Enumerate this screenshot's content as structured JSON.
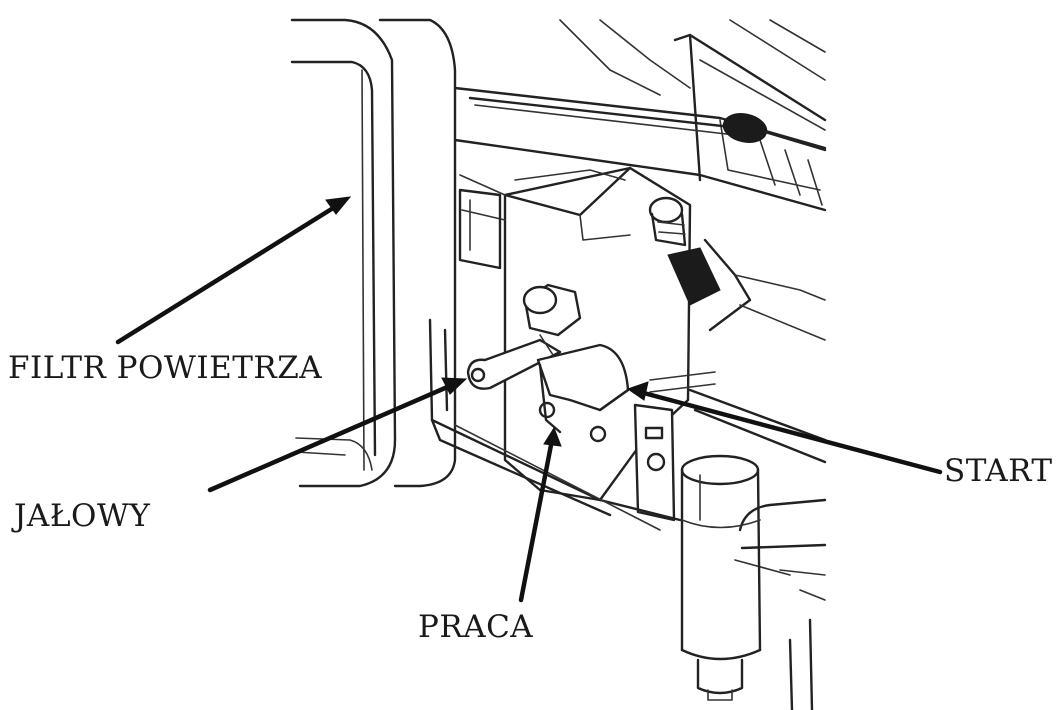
{
  "labels": {
    "air_filter": "FILTR POWIETRZA",
    "idle": "JAŁOWY",
    "run": "PRACA",
    "start": "START"
  },
  "colors": {
    "line": "#222222",
    "background": "#ffffff",
    "dark_grip": "#1b1b1b"
  }
}
